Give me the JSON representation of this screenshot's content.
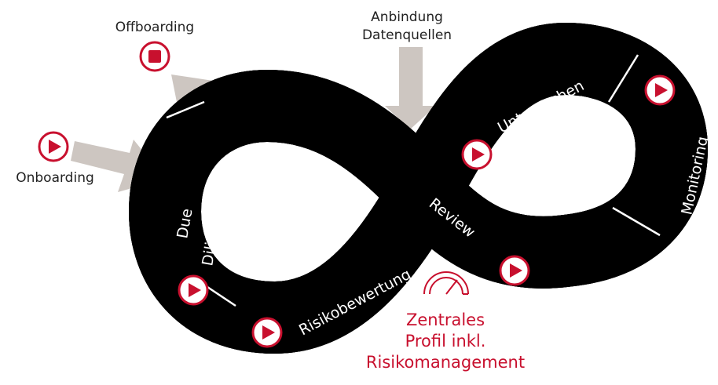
{
  "labels": {
    "offboarding": "Offboarding",
    "onboarding": "Onboarding",
    "datasources_line1": "Anbindung",
    "datasources_line2": "Datenquellen"
  },
  "stages": {
    "due": "Due",
    "diligence": "Diligence",
    "risk": "Risikobewertung",
    "review": "Review",
    "investigate": "Untersuchen",
    "monitoring": "Monitoring"
  },
  "profile": {
    "line1": "Zentrales",
    "line2": "Profil inkl.",
    "line3": "Risikomanagement"
  },
  "colors": {
    "accent": "#c8102e",
    "arrow": "#cdc6c1",
    "band": "#000000"
  }
}
